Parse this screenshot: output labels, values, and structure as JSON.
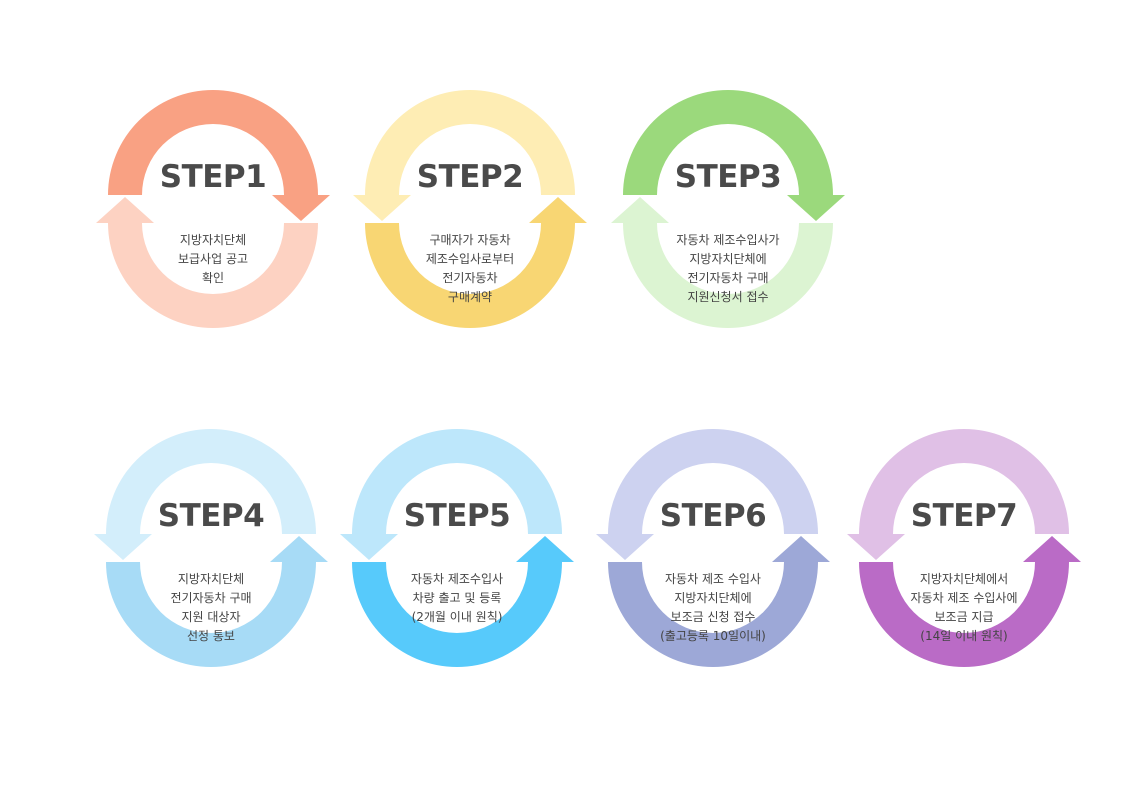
{
  "steps": [
    {
      "title": "STEP1",
      "lines": [
        "지방자치단체",
        "보급사업 공고",
        "확인"
      ],
      "top_color": "#f9a183",
      "bottom_color": "#fdd2c2",
      "top_arrow": "right",
      "bottom_arrow": "left"
    },
    {
      "title": "STEP2",
      "lines": [
        "구매자가 자동차",
        "제조수입사로부터",
        "전기자동차",
        "구매계약"
      ],
      "top_color": "#feedb4",
      "bottom_color": "#f8d673",
      "top_arrow": "left",
      "bottom_arrow": "right"
    },
    {
      "title": "STEP3",
      "lines": [
        "자동차 제조수입사가",
        "지방자치단체에",
        "전기자동차 구매",
        "지원신청서 접수"
      ],
      "top_color": "#9bd97c",
      "bottom_color": "#dcf4d2",
      "top_arrow": "right",
      "bottom_arrow": "left"
    },
    {
      "title": "STEP4",
      "lines": [
        "지방자치단체",
        "전기자동차 구매",
        "지원 대상자",
        "선정 통보"
      ],
      "top_color": "#d3eefb",
      "bottom_color": "#a7dbf6",
      "top_arrow": "left",
      "bottom_arrow": "right"
    },
    {
      "title": "STEP5",
      "lines": [
        "자동차 제조수입사",
        "차량 출고 및 등록",
        "(2개월 이내 원칙)"
      ],
      "top_color": "#bde7fb",
      "bottom_color": "#57cafb",
      "top_arrow": "left",
      "bottom_arrow": "right"
    },
    {
      "title": "STEP6",
      "lines": [
        "자동차 제조 수입사",
        "지방자치단체에",
        "보조금 신청 접수",
        "(출고등록 10일이내)"
      ],
      "top_color": "#cdd2f0",
      "bottom_color": "#9da8d7",
      "top_arrow": "left",
      "bottom_arrow": "right"
    },
    {
      "title": "STEP7",
      "lines": [
        "지방자치단체에서",
        "자동차 제조 수입사에",
        "보조금 지급",
        "(14일 이내 원칙)"
      ],
      "top_color": "#e0c0e6",
      "bottom_color": "#ba6bc6",
      "top_arrow": "left",
      "bottom_arrow": "right"
    }
  ]
}
